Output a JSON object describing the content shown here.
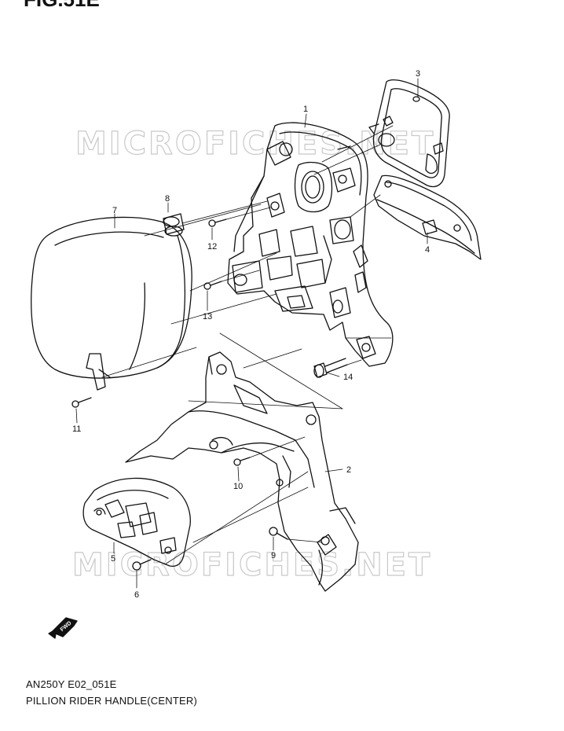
{
  "figure": {
    "title": "FIG.51E",
    "code": "AN250Y E02_051E",
    "caption": "PILLION RIDER HANDLE(CENTER)",
    "watermark": "MICROFICHES.NET",
    "fwd_label": "FWD"
  },
  "callouts": [
    "1",
    "2",
    "3",
    "4",
    "5",
    "6",
    "7",
    "8",
    "9",
    "10",
    "11",
    "12",
    "13",
    "14"
  ]
}
